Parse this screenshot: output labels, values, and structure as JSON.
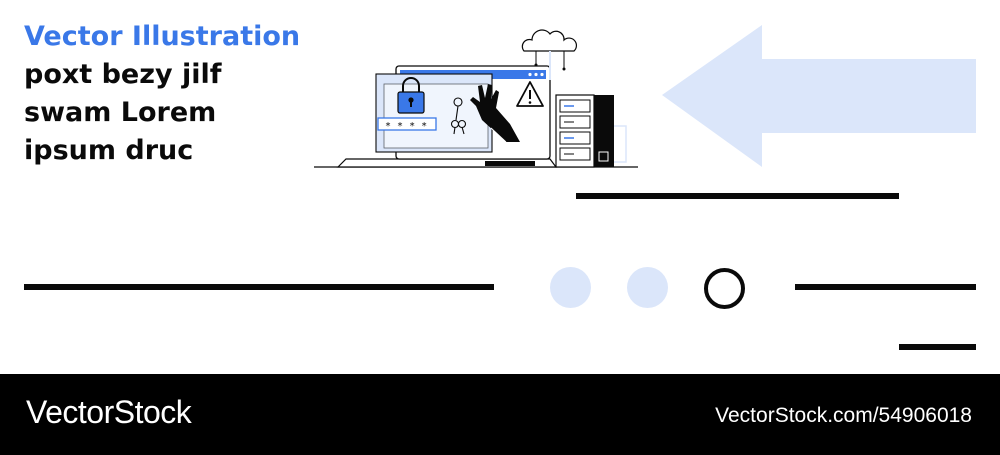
{
  "heading": {
    "accent": "Vector Illustration",
    "lines": [
      "poxt bezy jilf",
      "swam Lorem",
      "ipsum druc"
    ]
  },
  "illustration": {
    "password_mask": "* * * *"
  },
  "colors": {
    "accent": "#3a78e8",
    "light_blue": "#dbe6fa",
    "ink": "#0a0a0a",
    "footer_bg": "#000000"
  },
  "icons": [
    "padlock-icon",
    "warning-icon",
    "cloud-icon",
    "keys-icon",
    "left-arrow-icon"
  ],
  "footer": {
    "brand": "VectorStock",
    "stock_id": "VectorStock.com/54906018"
  }
}
